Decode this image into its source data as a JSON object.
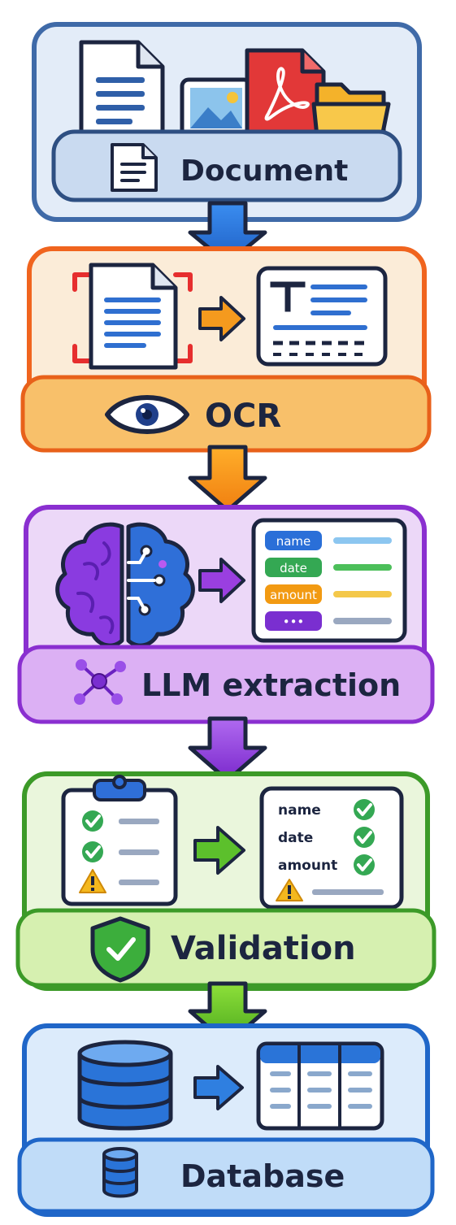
{
  "stages": {
    "document": {
      "label": "Document",
      "color": "#3f6aa8"
    },
    "ocr": {
      "label": "OCR",
      "color": "#f0641e"
    },
    "llm": {
      "label": "LLM extraction",
      "color": "#8a2fd0",
      "fields": [
        {
          "tag": "name",
          "tag_color": "#2a6fd8",
          "bar_color": "#8cc6f0"
        },
        {
          "tag": "date",
          "tag_color": "#34a853",
          "bar_color": "#4cbf5a"
        },
        {
          "tag": "amount",
          "tag_color": "#f29a12",
          "bar_color": "#f4c84a"
        },
        {
          "tag": "•••",
          "tag_color": "#7a2fd0",
          "bar_color": "#9aa8c0"
        }
      ]
    },
    "validation": {
      "label": "Validation",
      "color": "#3c9a28",
      "fields": [
        "name",
        "date",
        "amount"
      ]
    },
    "database": {
      "label": "Database",
      "color": "#1f66c8"
    }
  },
  "icons": {
    "document": [
      "document-icon",
      "image-icon",
      "pdf-icon",
      "folder-icon",
      "small-document-icon"
    ],
    "ocr": [
      "scan-document-icon",
      "text-output-icon",
      "eye-icon"
    ],
    "llm": [
      "brain-icon",
      "network-icon"
    ],
    "validation": [
      "clipboard-checklist-icon",
      "check-icon",
      "warning-icon",
      "shield-check-icon"
    ],
    "database": [
      "database-icon",
      "table-icon"
    ]
  }
}
